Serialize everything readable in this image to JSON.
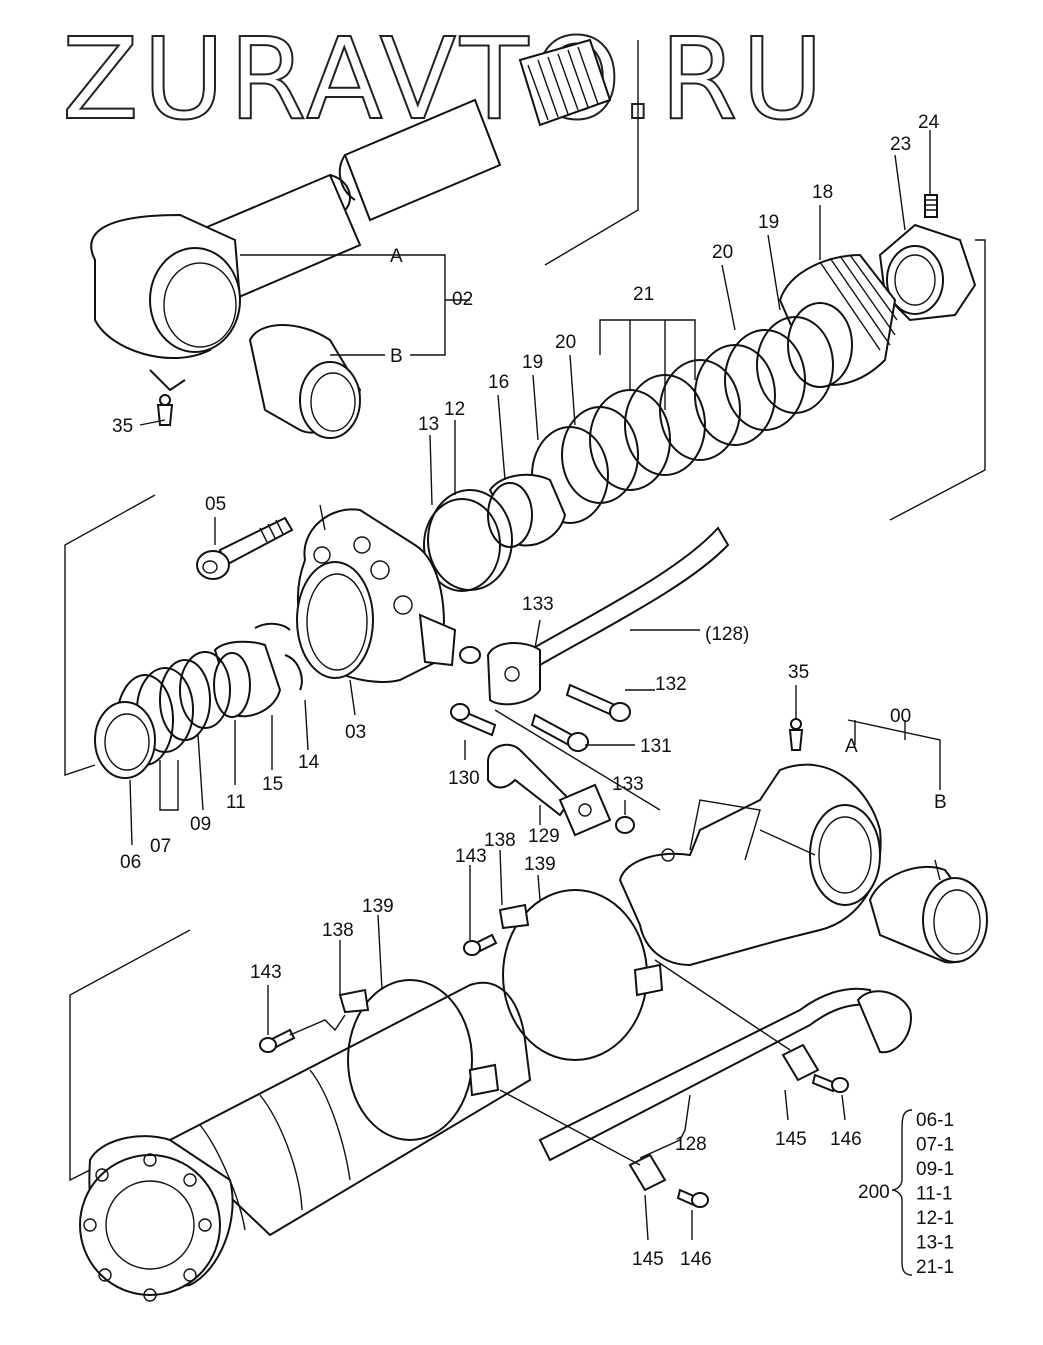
{
  "watermark": "ZURAVTO.RU",
  "labels": {
    "l02": "02",
    "lA1": "A",
    "lB1": "B",
    "l35a": "35",
    "l23": "23",
    "l24": "24",
    "l18": "18",
    "l19a": "19",
    "l20a": "20",
    "l21": "21",
    "l20b": "20",
    "l19b": "19",
    "l16": "16",
    "l12": "12",
    "l13": "13",
    "l05": "05",
    "l03": "03",
    "l14": "14",
    "l15": "15",
    "l11": "11",
    "l09": "09",
    "l07": "07",
    "l06": "06",
    "l133a": "133",
    "l128a": "(128)",
    "l132": "132",
    "l131": "131",
    "l130": "130",
    "l133b": "133",
    "l129": "129",
    "l35b": "35",
    "l00": "00",
    "lA2": "A",
    "lB2": "B",
    "l143a": "143",
    "l138a": "138",
    "l139a": "139",
    "l143b": "143",
    "l138b": "138",
    "l139b": "139",
    "l128b": "128",
    "l145a": "145",
    "l146a": "146",
    "l145b": "145",
    "l146b": "146",
    "l200": "200"
  },
  "kit_items": [
    "06-1",
    "07-1",
    "09-1",
    "11-1",
    "12-1",
    "13-1",
    "21-1"
  ]
}
